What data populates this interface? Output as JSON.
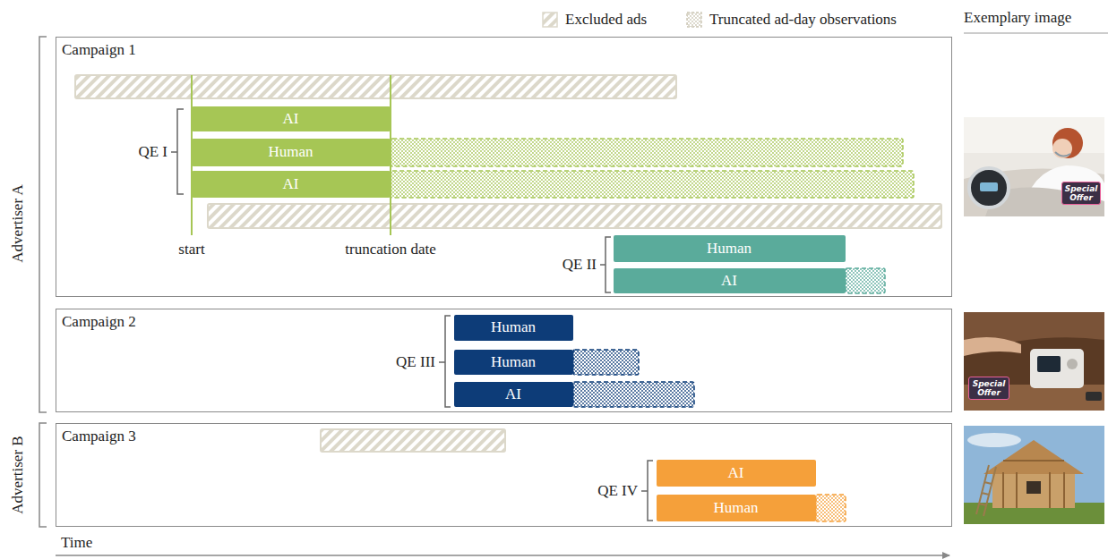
{
  "diagram": {
    "nodes": [
      {
        "text": [
          "Campaign 1"
        ]
      },
      {
        "text": [
          "AI"
        ],
        "in": 0
      },
      {
        "text": [
          "Human"
        ],
        "in": 0
      },
      {
        "text": [
          "AI"
        ],
        "in": 0
      },
      {
        "text": [
          "Human"
        ],
        "in": 0
      },
      {
        "text": [
          "AI"
        ],
        "in": 0
      },
      {
        "text": [
          "Campaign 2"
        ]
      },
      {
        "text": [
          "Human"
        ],
        "in": 6
      },
      {
        "text": [
          "Human"
        ],
        "in": 6
      },
      {
        "text": [
          "AI"
        ],
        "in": 6
      },
      {
        "text": [
          "Campaign 3"
        ]
      },
      {
        "text": [
          "AI"
        ],
        "in": 10
      },
      {
        "text": [
          "Human"
        ],
        "in": 10
      }
    ],
    "labels": [
      "Exemplary image",
      "Advertiser A",
      "QE I",
      "start",
      "truncation date",
      "QE II",
      "Special Offer",
      "QE III",
      "Special Offer",
      "Advertiser B",
      "QE IV",
      "Time"
    ],
    "legend": [
      {
        "text": "Excluded ads"
      },
      {
        "text": "Truncated ad-day observations"
      }
    ]
  }
}
